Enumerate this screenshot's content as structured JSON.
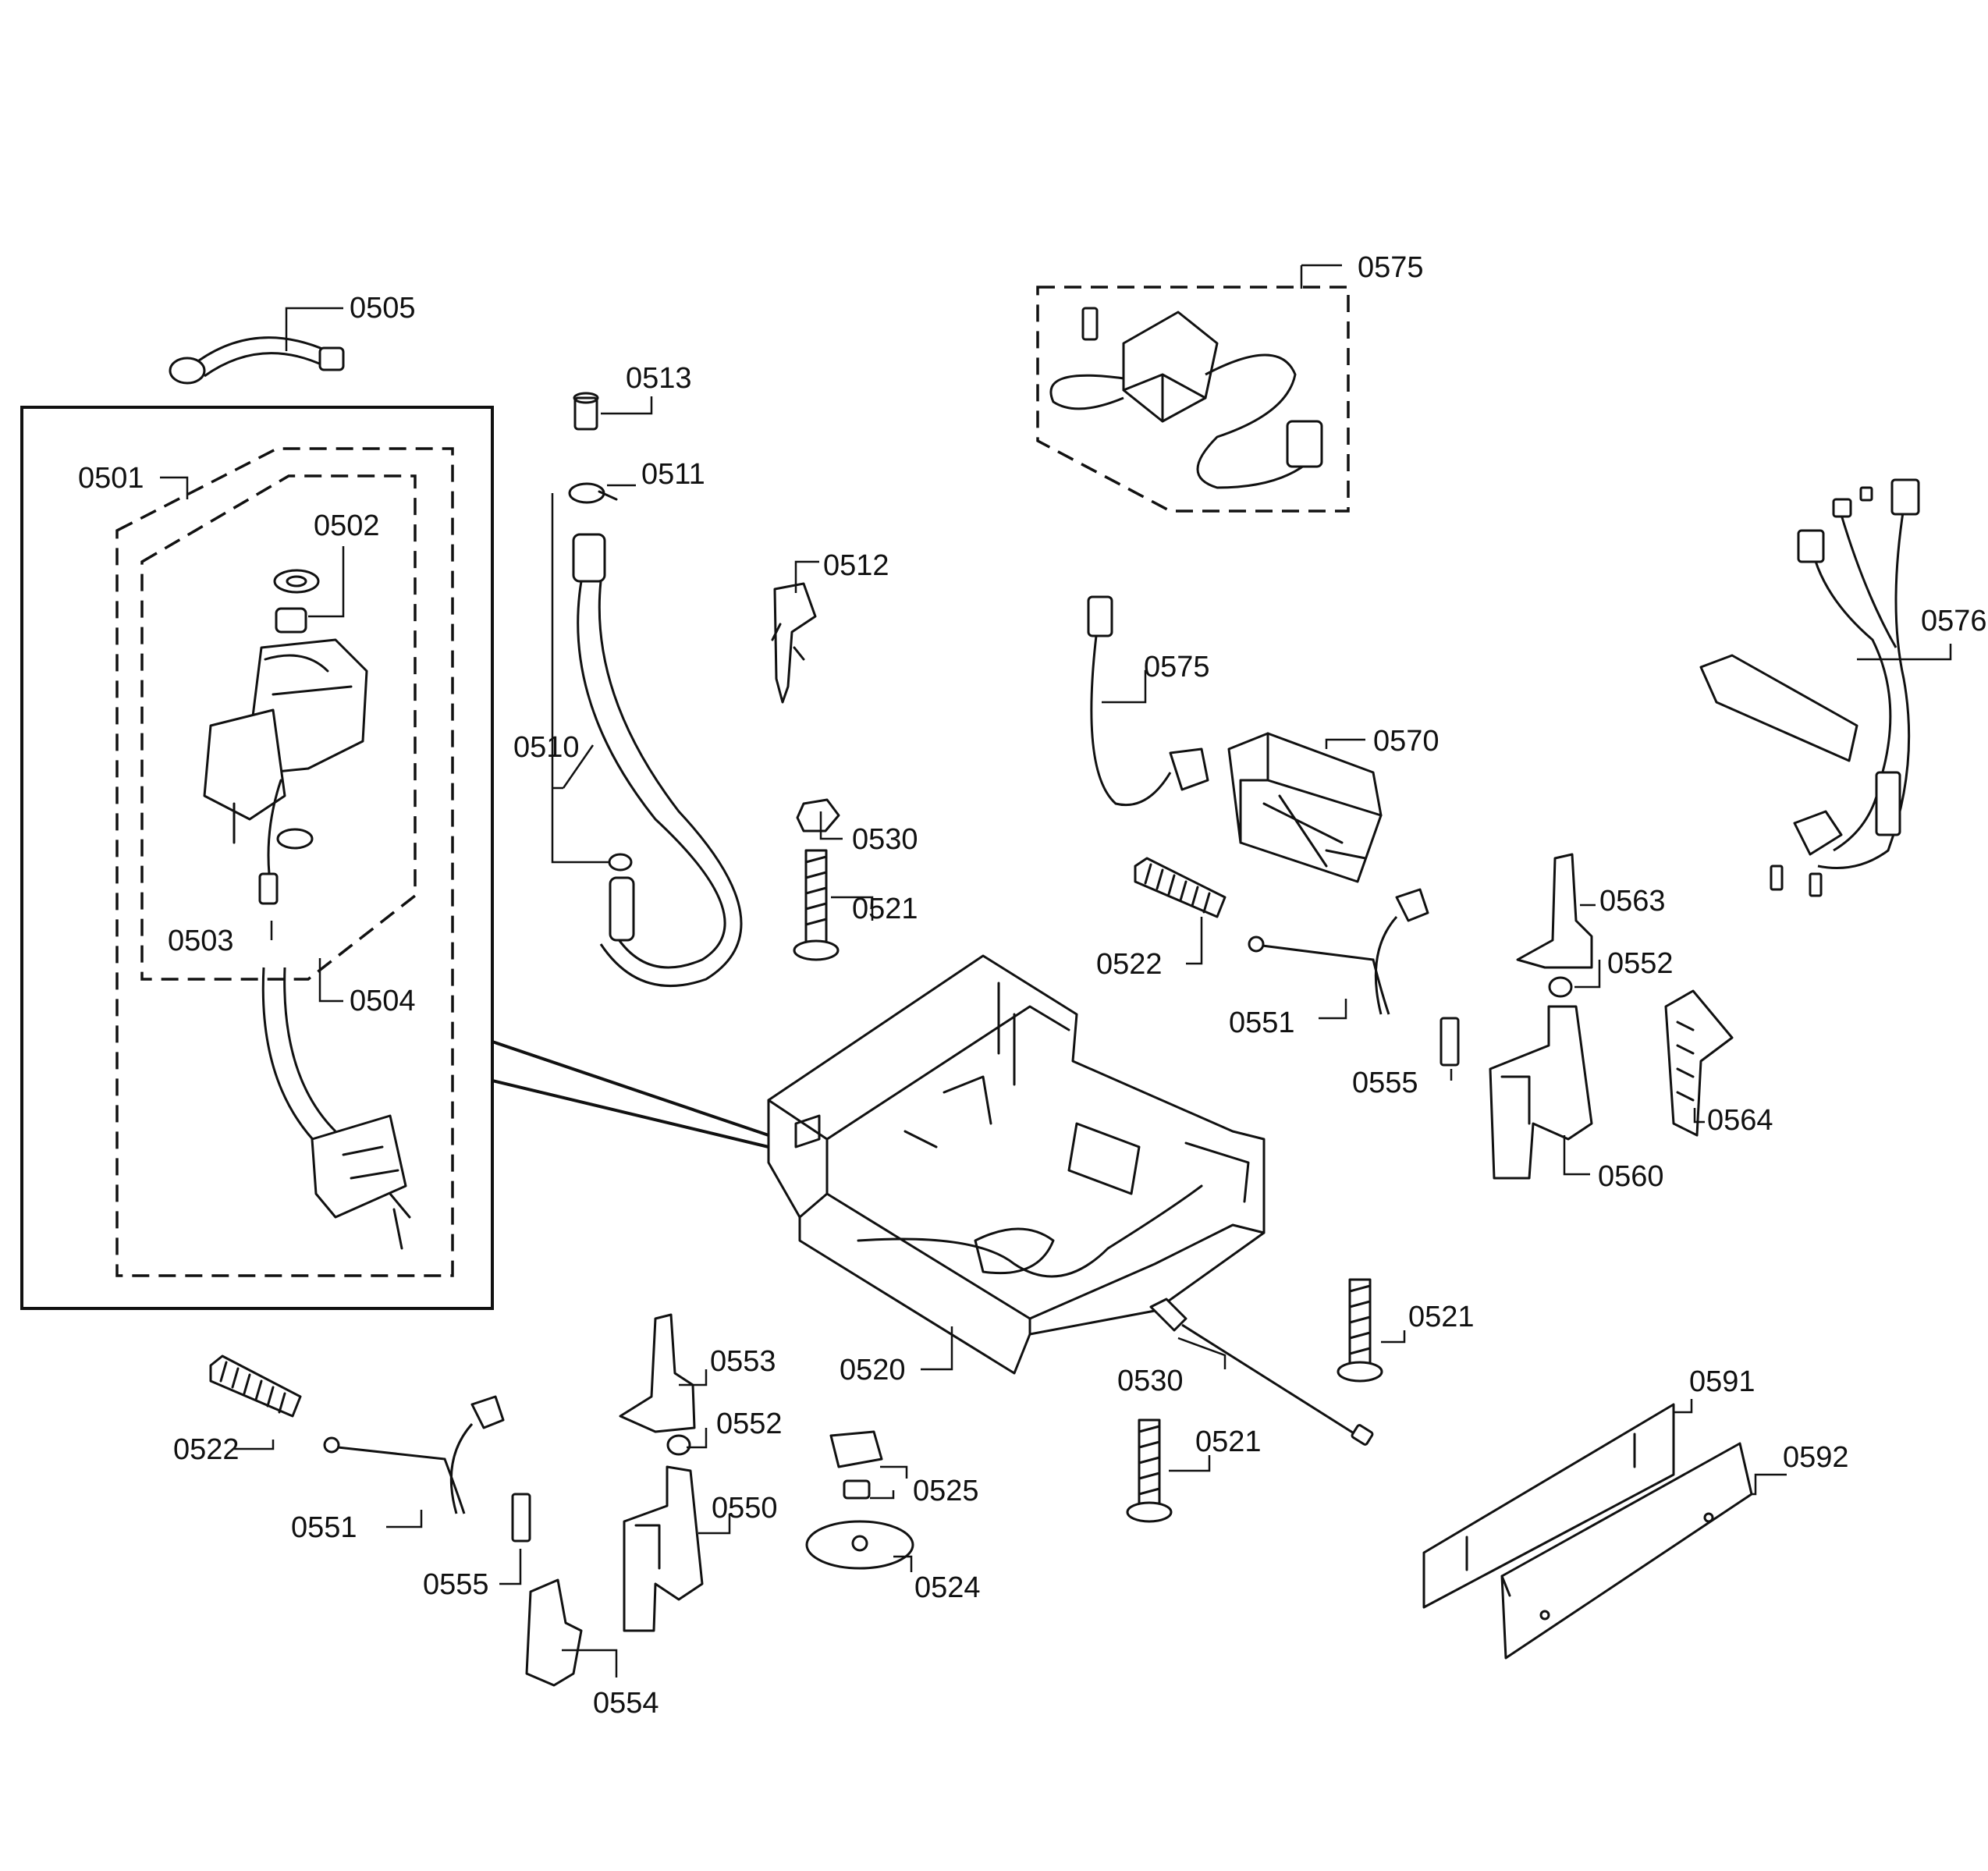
{
  "diagram": {
    "callouts": {
      "c0505": "0505",
      "c0513": "0513",
      "c0511": "0511",
      "c0501": "0501",
      "c0502": "0502",
      "c0512": "0512",
      "c0510": "0510",
      "c0503": "0503",
      "c0504": "0504",
      "c0530a": "0530",
      "c0521a": "0521",
      "c0575a": "0575",
      "c0575b": "0575",
      "c0570": "0570",
      "c0576": "0576",
      "c0563": "0563",
      "c0552a": "0552",
      "c0522a": "0522",
      "c0551a": "0551",
      "c0555a": "0555",
      "c0564": "0564",
      "c0560": "0560",
      "c0553": "0553",
      "c0552b": "0552",
      "c0550": "0550",
      "c0520": "0520",
      "c0530b": "0530",
      "c0521b": "0521",
      "c0521c": "0521",
      "c0525": "0525",
      "c0524": "0524",
      "c0522b": "0522",
      "c0551b": "0551",
      "c0555b": "0555",
      "c0554": "0554",
      "c0591": "0591",
      "c0592": "0592"
    }
  }
}
